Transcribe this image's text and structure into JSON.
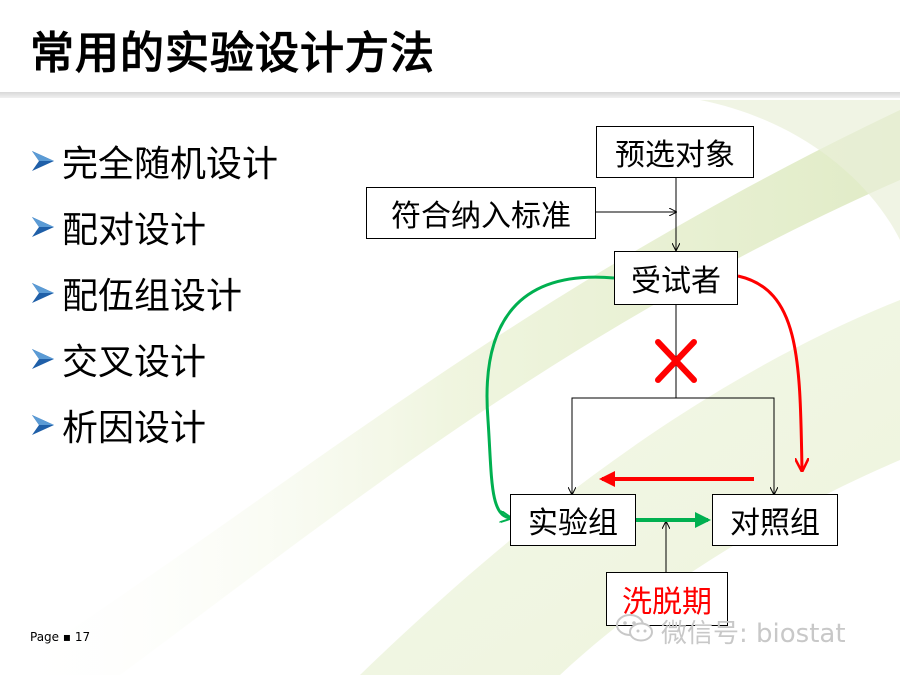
{
  "slide": {
    "title": "常用的实验设计方法",
    "footer_label": "Page ▪ 17"
  },
  "bullets": [
    {
      "text": "完全随机设计"
    },
    {
      "text": "配对设计"
    },
    {
      "text": "配伍组设计"
    },
    {
      "text": "交叉设计"
    },
    {
      "text": "析因设计"
    }
  ],
  "diagram": {
    "nodes": {
      "preselect": "预选对象",
      "criteria": "符合纳入标准",
      "subjects": "受试者",
      "experimental": "实验组",
      "control": "对照组",
      "washout": "洗脱期"
    },
    "colors": {
      "green_arrow": "#00b050",
      "red_arrow": "#ff0000",
      "cross": "#ff0000",
      "washout_text": "#ff0000"
    }
  },
  "watermark": {
    "text": "微信号: biostat",
    "icon": "wechat-icon"
  },
  "theme": {
    "bullet_color": "#1f5fa8",
    "title_bar": "#d9d9d9"
  }
}
